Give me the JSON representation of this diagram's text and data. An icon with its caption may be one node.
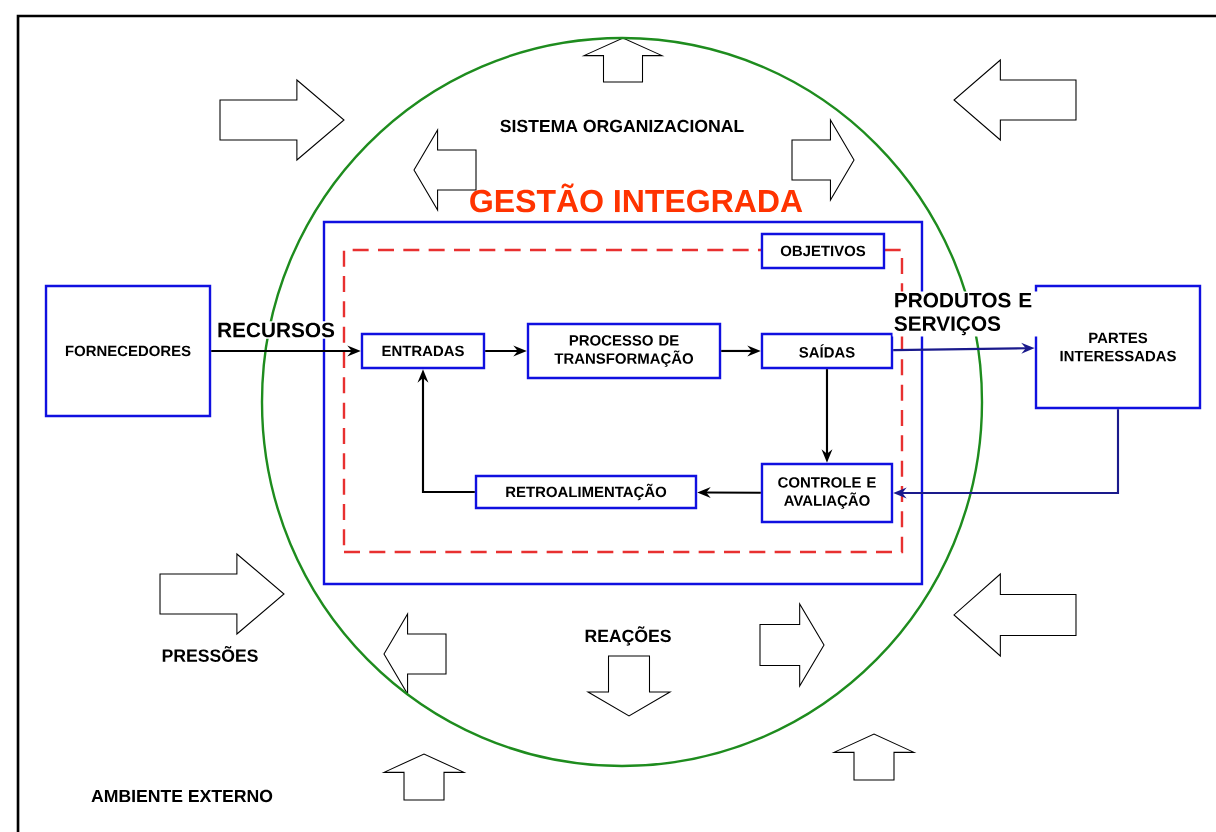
{
  "diagram": {
    "nodes": [
      {
        "text": [
          "SISTEMA ORGANIZACIONAL"
        ]
      },
      {
        "text": [
          "GESTÃO INTEGRADA"
        ],
        "in": 0
      },
      {
        "text": [],
        "shape": "box",
        "in": 1
      },
      {
        "text": [
          "OBJETIVOS"
        ],
        "in": 1
      },
      {
        "text": [
          "FORNECEDORES"
        ]
      },
      {
        "text": [
          "ENTRADAS"
        ],
        "in": 2
      },
      {
        "text": [
          "PROCESSO DE TRANSFORMAÇÃO"
        ],
        "in": 2
      },
      {
        "text": [
          "SAÍDAS"
        ],
        "in": 2
      },
      {
        "text": [
          "PARTES INTERESSADAS"
        ]
      },
      {
        "text": [
          "RETROALIMENTAÇÃO"
        ],
        "in": 2
      },
      {
        "text": [
          "CONTROLE E AVALIAÇÃO"
        ],
        "in": 2
      }
    ],
    "edges": [
      {
        "from": 4,
        "to": 5,
        "arrow": "to",
        "label": "RECURSOS"
      },
      {
        "from": 5,
        "to": 6,
        "arrow": "to"
      },
      {
        "from": 6,
        "to": 7,
        "arrow": "to"
      },
      {
        "from": 7,
        "to": 8,
        "arrow": "to",
        "label": "PRODUTOS E SERVIÇOS",
        "color": "#1a1a8c"
      },
      {
        "from": 7,
        "to": 10,
        "arrow": "to"
      },
      {
        "from": 10,
        "to": 9,
        "arrow": "to"
      },
      {
        "from": 9,
        "to": 5,
        "arrow": "to"
      },
      {
        "from": 8,
        "to": 10,
        "arrow": "to",
        "color": "#1a1a8c"
      }
    ],
    "labels": [
      "PRESSÕES",
      "REAÇÕES",
      "AMBIENTE EXTERNO"
    ]
  }
}
